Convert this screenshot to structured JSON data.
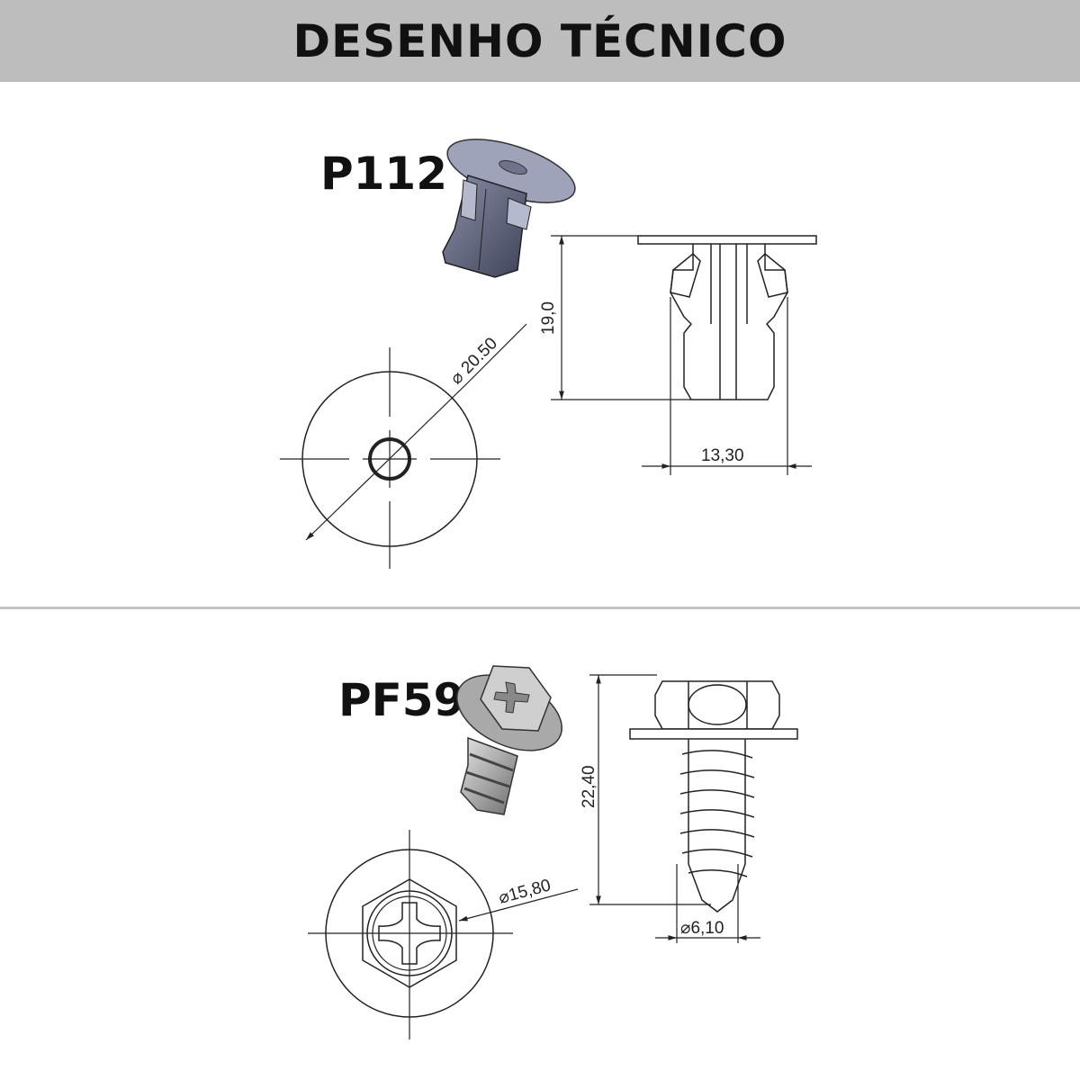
{
  "header": {
    "title": "DESENHO TÉCNICO"
  },
  "parts": [
    {
      "code": "P112",
      "dimensions": {
        "diameter": "20.50",
        "height": "19,0",
        "width": "13,30"
      }
    },
    {
      "code": "PF59",
      "dimensions": {
        "diameter": "15,80",
        "height": "22,40",
        "shaft_diameter": "6,10"
      }
    }
  ]
}
